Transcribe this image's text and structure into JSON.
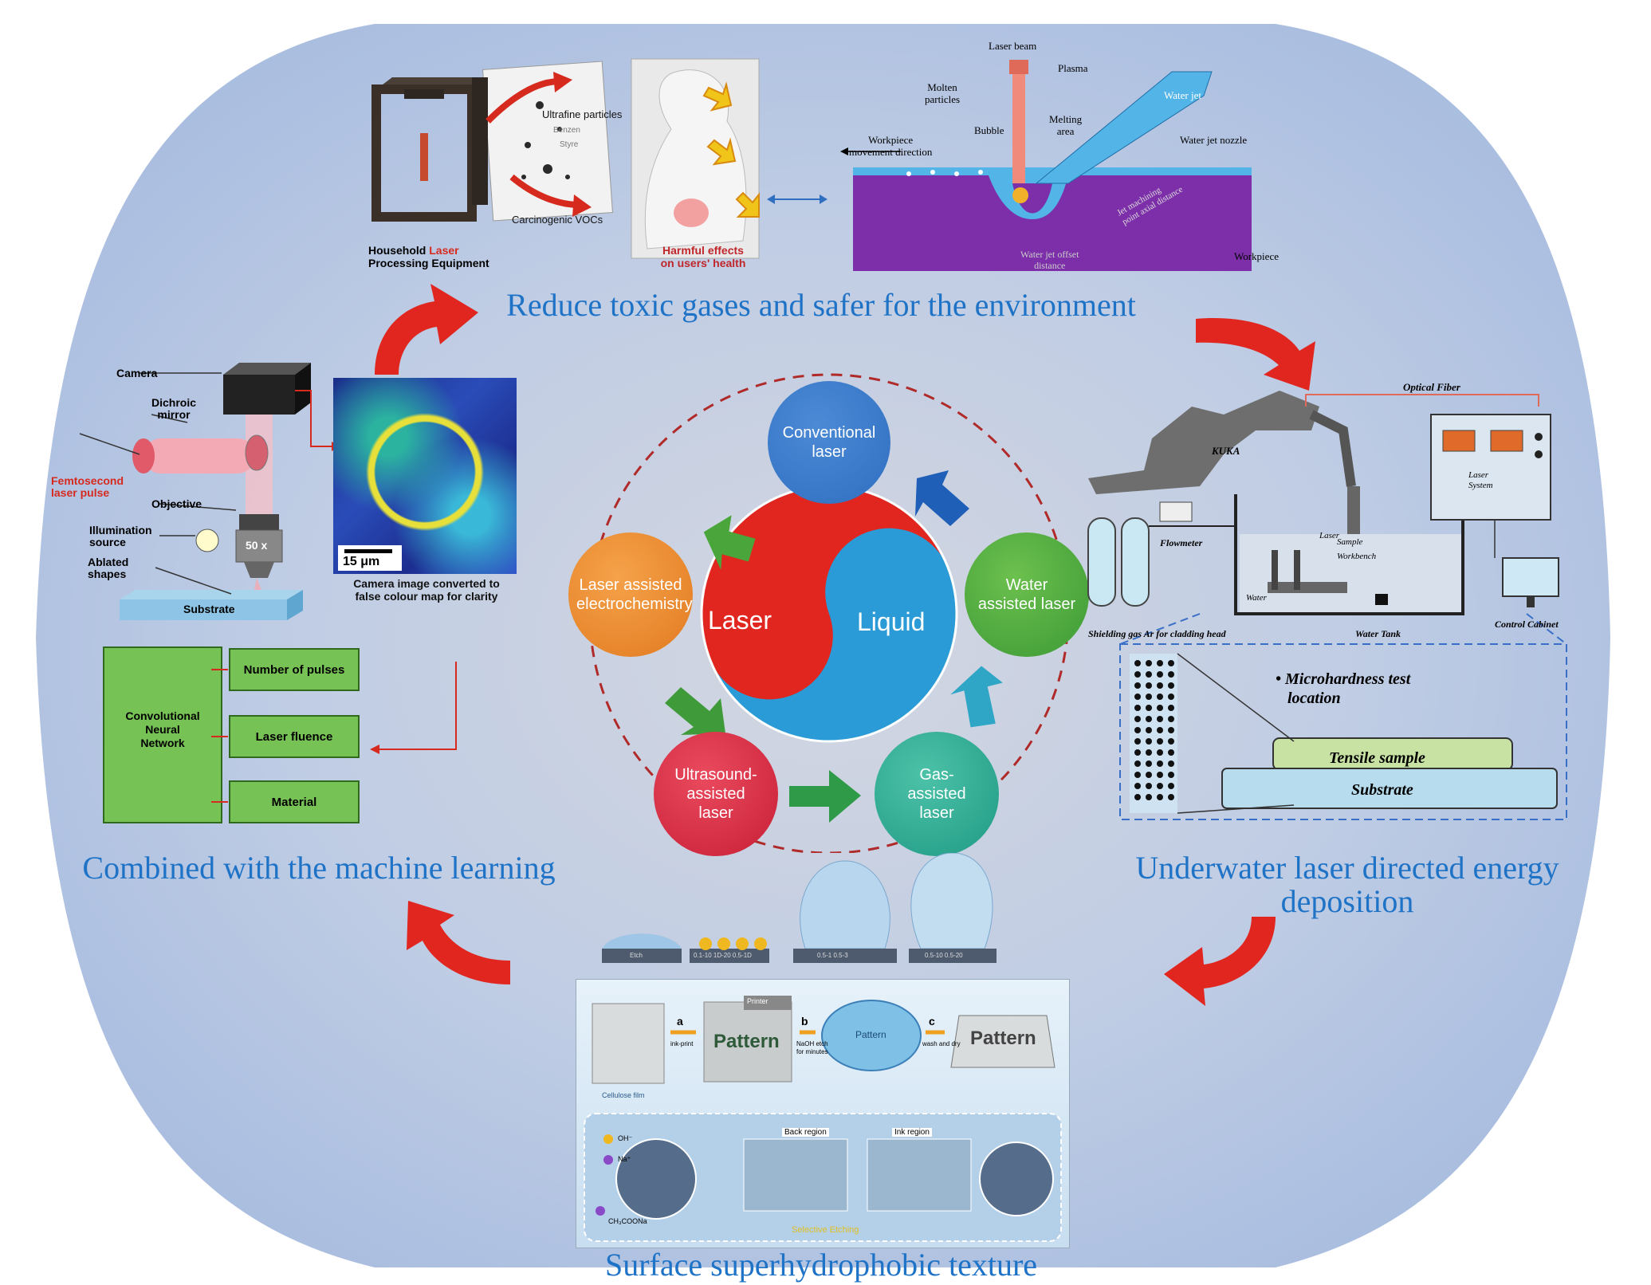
{
  "center": {
    "left_label": "Laser",
    "right_label": "Liquid",
    "nodes": [
      {
        "id": "conventional",
        "label": "Conventional laser",
        "color": "#2f6fc0"
      },
      {
        "id": "water",
        "label": "Water assisted laser",
        "color": "#4aa53a"
      },
      {
        "id": "gas",
        "label": "Gas-assisted laser",
        "color": "#2aa88e"
      },
      {
        "id": "ultrasound",
        "label": "Ultrasound-assisted laser",
        "color": "#d6283f"
      },
      {
        "id": "electrochem",
        "label": "Laser assisted electrochemistry",
        "color": "#ee8a2c"
      }
    ]
  },
  "captions": {
    "top": "Reduce toxic gases and safer for the environment",
    "left": "Combined with the machine learning",
    "right": "Underwater laser directed energy deposition",
    "bottom": "Surface superhydrophobic texture"
  },
  "top_left_panel": {
    "ultrafine": "Ultrafine particles",
    "benzene": "Benzen",
    "styrene": "Styre",
    "vocs": "Carcinogenic VOCs",
    "household_a": "Household ",
    "household_laser": "Laser",
    "household_b": "Processing Equipment",
    "harmful_a": "Harmful effects",
    "harmful_b": "on users' health"
  },
  "top_right_panel": {
    "laser_beam": "Laser beam",
    "plasma": "Plasma",
    "molten_a": "Molten",
    "molten_b": "particles",
    "bubble": "Bubble",
    "melting_a": "Melting",
    "melting_b": "area",
    "water_jet": "Water jet",
    "nozzle": "Water jet nozzle",
    "workpiece_move_a": "Workpiece",
    "workpiece_move_b": "movement direction",
    "jet_angle": "Jet machining",
    "jet_angle_b": "point axial distance",
    "offset_a": "Water jet offset",
    "offset_b": "distance",
    "workpiece": "Workpiece"
  },
  "left_panel": {
    "camera": "Camera",
    "dichroic_a": "Dichroic",
    "dichroic_b": "mirror",
    "femto_a": "Femtosecond",
    "femto_b": "laser pulse",
    "objective": "Objective",
    "mag": "50 x",
    "illum_a": "Illumination",
    "illum_b": "source",
    "ablated_a": "Ablated",
    "ablated_b": "shapes",
    "substrate": "Substrate",
    "scale": "15 μm",
    "image_caption_a": "Camera image converted to",
    "image_caption_b": "false colour map for clarity",
    "cnn_a": "Convolutional",
    "cnn_b": "Neural",
    "cnn_c": "Network",
    "out1": "Number of pulses",
    "out2": "Laser fluence",
    "out3": "Material"
  },
  "right_panel": {
    "optical_fiber": "Optical Fiber",
    "kuka": "KUKA",
    "flowmeter": "Flowmeter",
    "laser": "Laser",
    "sample": "Sample",
    "workbench": "Workbench",
    "water": "Water",
    "water_tank": "Water Tank",
    "shielding": "Shielding gas Ar for cladding head",
    "laser_system_a": "Laser",
    "laser_system_b": "System",
    "control_cabinet": "Control Cabinet",
    "micro_a": "Microhardness test",
    "micro_b": "location",
    "tensile": "Tensile sample",
    "substrate": "Substrate"
  },
  "bottom_panel": {
    "step_a": "a",
    "step_b": "b",
    "step_c": "c",
    "pattern": "Pattern",
    "printer": "Printer",
    "ink_print": "ink-print",
    "naoh": "NaOH etch",
    "for_minutes": "for minutes",
    "wash": "wash and dry",
    "zinc": "Cellulose film",
    "back_region": "Back region",
    "ink_region": "Ink region",
    "oh": "OH⁻",
    "na": "Na⁺",
    "ch3coona": "CH₃COONa",
    "selective": "Selective Etching"
  },
  "droplets": {
    "d1": "Etch",
    "d2": "0.1-10 1D-20 0.5-1D",
    "d3": "0.5-1 0.5-3",
    "d4": "0.5-10 0.5-20"
  },
  "colors": {
    "background": "#b5c6e3",
    "caption": "#1f73c7",
    "arrow_red": "#e0261f",
    "laser_red": "#e0261f",
    "liquid_blue": "#2a9bd6"
  }
}
